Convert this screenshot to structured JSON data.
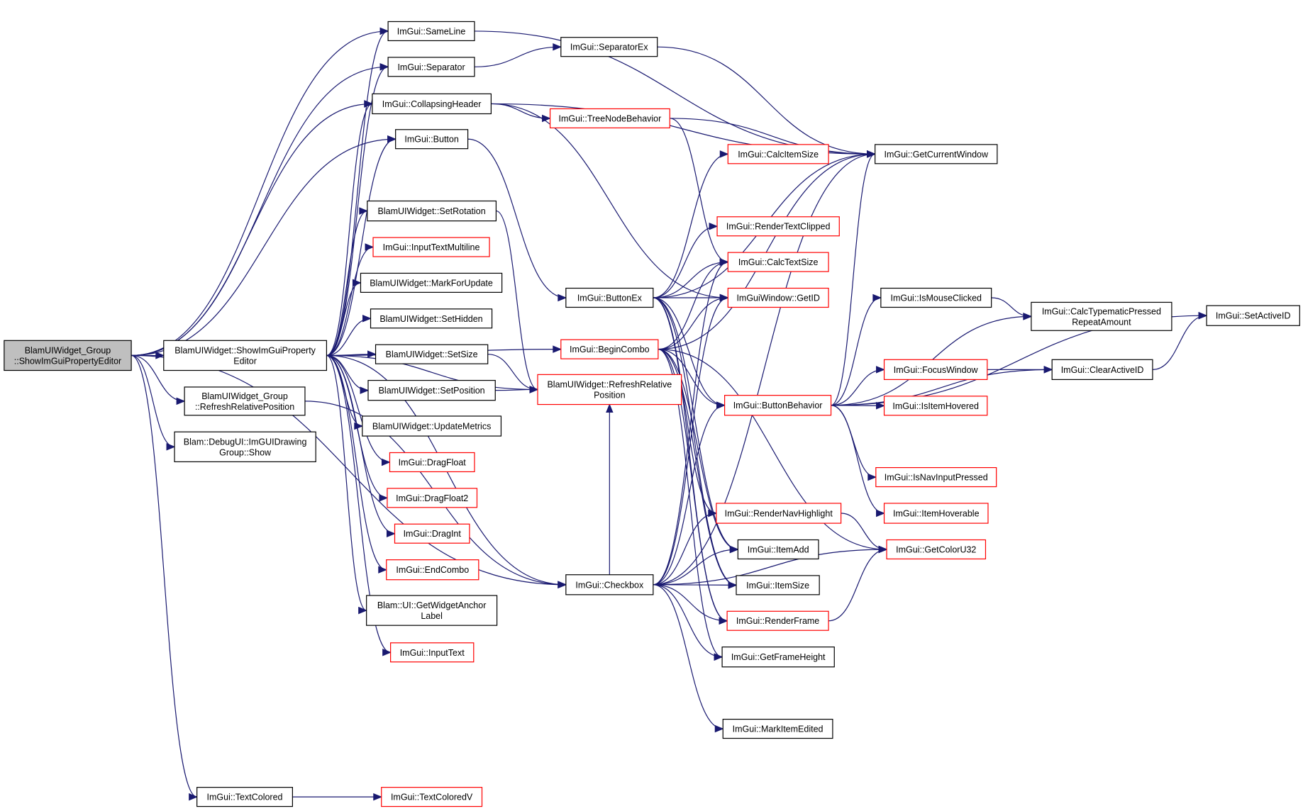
{
  "graph": {
    "nodes": [
      {
        "id": "root",
        "lines": [
          "BlamUIWidget_Group",
          "::ShowImGuiPropertyEditor"
        ],
        "style": "root"
      },
      {
        "id": "showimgui",
        "lines": [
          "BlamUIWidget::ShowImGuiProperty",
          "Editor"
        ],
        "style": "normal"
      },
      {
        "id": "refreshgroup",
        "lines": [
          "BlamUIWidget_Group",
          "::RefreshRelativePosition"
        ],
        "style": "normal"
      },
      {
        "id": "debugshow",
        "lines": [
          "Blam::DebugUI::ImGUIDrawing",
          "Group::Show"
        ],
        "style": "normal"
      },
      {
        "id": "textcolored",
        "lines": [
          "ImGui::TextColored"
        ],
        "style": "normal"
      },
      {
        "id": "textcoloredv",
        "lines": [
          "ImGui::TextColoredV"
        ],
        "style": "red"
      },
      {
        "id": "sameline",
        "lines": [
          "ImGui::SameLine"
        ],
        "style": "normal"
      },
      {
        "id": "separator",
        "lines": [
          "ImGui::Separator"
        ],
        "style": "normal"
      },
      {
        "id": "separatorex",
        "lines": [
          "ImGui::SeparatorEx"
        ],
        "style": "normal"
      },
      {
        "id": "collapsing",
        "lines": [
          "ImGui::CollapsingHeader"
        ],
        "style": "normal"
      },
      {
        "id": "button",
        "lines": [
          "ImGui::Button"
        ],
        "style": "normal"
      },
      {
        "id": "setrotation",
        "lines": [
          "BlamUIWidget::SetRotation"
        ],
        "style": "normal"
      },
      {
        "id": "inputtextml",
        "lines": [
          "ImGui::InputTextMultiline"
        ],
        "style": "red"
      },
      {
        "id": "markforupdate",
        "lines": [
          "BlamUIWidget::MarkForUpdate"
        ],
        "style": "normal"
      },
      {
        "id": "sethidden",
        "lines": [
          "BlamUIWidget::SetHidden"
        ],
        "style": "normal"
      },
      {
        "id": "setsize",
        "lines": [
          "BlamUIWidget::SetSize"
        ],
        "style": "normal"
      },
      {
        "id": "setposition",
        "lines": [
          "BlamUIWidget::SetPosition"
        ],
        "style": "normal"
      },
      {
        "id": "updatemetrics",
        "lines": [
          "BlamUIWidget::UpdateMetrics"
        ],
        "style": "normal"
      },
      {
        "id": "dragfloat",
        "lines": [
          "ImGui::DragFloat"
        ],
        "style": "red"
      },
      {
        "id": "dragfloat2",
        "lines": [
          "ImGui::DragFloat2"
        ],
        "style": "red"
      },
      {
        "id": "dragint",
        "lines": [
          "ImGui::DragInt"
        ],
        "style": "red"
      },
      {
        "id": "endcombo",
        "lines": [
          "ImGui::EndCombo"
        ],
        "style": "red"
      },
      {
        "id": "getwidgetanchor",
        "lines": [
          "Blam::UI::GetWidgetAnchor",
          "Label"
        ],
        "style": "normal"
      },
      {
        "id": "inputtext",
        "lines": [
          "ImGui::InputText"
        ],
        "style": "red"
      },
      {
        "id": "treenode",
        "lines": [
          "ImGui::TreeNodeBehavior"
        ],
        "style": "red"
      },
      {
        "id": "buttonex",
        "lines": [
          "ImGui::ButtonEx"
        ],
        "style": "normal"
      },
      {
        "id": "begincombo",
        "lines": [
          "ImGui::BeginCombo"
        ],
        "style": "red"
      },
      {
        "id": "refreshrel",
        "lines": [
          "BlamUIWidget::RefreshRelative",
          "Position"
        ],
        "style": "red"
      },
      {
        "id": "checkbox",
        "lines": [
          "ImGui::Checkbox"
        ],
        "style": "normal"
      },
      {
        "id": "calcitemsize",
        "lines": [
          "ImGui::CalcItemSize"
        ],
        "style": "red"
      },
      {
        "id": "rendertextclipped",
        "lines": [
          "ImGui::RenderTextClipped"
        ],
        "style": "red"
      },
      {
        "id": "calctextsize",
        "lines": [
          "ImGui::CalcTextSize"
        ],
        "style": "red"
      },
      {
        "id": "windowgetid",
        "lines": [
          "ImGuiWindow::GetID"
        ],
        "style": "red"
      },
      {
        "id": "buttonbehavior",
        "lines": [
          "ImGui::ButtonBehavior"
        ],
        "style": "red"
      },
      {
        "id": "rendernav",
        "lines": [
          "ImGui::RenderNavHighlight"
        ],
        "style": "red"
      },
      {
        "id": "itemadd",
        "lines": [
          "ImGui::ItemAdd"
        ],
        "style": "normal"
      },
      {
        "id": "itemsize",
        "lines": [
          "ImGui::ItemSize"
        ],
        "style": "normal"
      },
      {
        "id": "renderframe",
        "lines": [
          "ImGui::RenderFrame"
        ],
        "style": "red"
      },
      {
        "id": "getframeheight",
        "lines": [
          "ImGui::GetFrameHeight"
        ],
        "style": "normal"
      },
      {
        "id": "markitemedited",
        "lines": [
          "ImGui::MarkItemEdited"
        ],
        "style": "normal"
      },
      {
        "id": "getcurrentwindow",
        "lines": [
          "ImGui::GetCurrentWindow"
        ],
        "style": "normal"
      },
      {
        "id": "ismouseclicked",
        "lines": [
          "ImGui::IsMouseClicked"
        ],
        "style": "normal"
      },
      {
        "id": "calctypematic",
        "lines": [
          "ImGui::CalcTypematicPressed",
          "RepeatAmount"
        ],
        "style": "normal"
      },
      {
        "id": "focuswindow",
        "lines": [
          "ImGui::FocusWindow"
        ],
        "style": "red"
      },
      {
        "id": "isitemhovered",
        "lines": [
          "ImGui::IsItemHovered"
        ],
        "style": "red"
      },
      {
        "id": "isnavinput",
        "lines": [
          "ImGui::IsNavInputPressed"
        ],
        "style": "red"
      },
      {
        "id": "itemhoverable",
        "lines": [
          "ImGui::ItemHoverable"
        ],
        "style": "red"
      },
      {
        "id": "getcoloru32",
        "lines": [
          "ImGui::GetColorU32"
        ],
        "style": "red"
      },
      {
        "id": "clearactiveid",
        "lines": [
          "ImGui::ClearActiveID"
        ],
        "style": "normal"
      },
      {
        "id": "setactiveid",
        "lines": [
          "ImGui::SetActiveID"
        ],
        "style": "normal"
      }
    ],
    "edges": [
      [
        "root",
        "showimgui"
      ],
      [
        "root",
        "refreshgroup"
      ],
      [
        "root",
        "debugshow"
      ],
      [
        "root",
        "textcolored"
      ],
      [
        "root",
        "sameline"
      ],
      [
        "root",
        "separator"
      ],
      [
        "root",
        "collapsing"
      ],
      [
        "root",
        "button"
      ],
      [
        "root",
        "checkbox"
      ],
      [
        "textcolored",
        "textcoloredv"
      ],
      [
        "showimgui",
        "sameline"
      ],
      [
        "showimgui",
        "separator"
      ],
      [
        "showimgui",
        "collapsing"
      ],
      [
        "showimgui",
        "button"
      ],
      [
        "showimgui",
        "setrotation"
      ],
      [
        "showimgui",
        "inputtextml"
      ],
      [
        "showimgui",
        "markforupdate"
      ],
      [
        "showimgui",
        "sethidden"
      ],
      [
        "showimgui",
        "setsize"
      ],
      [
        "showimgui",
        "setposition"
      ],
      [
        "showimgui",
        "updatemetrics"
      ],
      [
        "showimgui",
        "dragfloat"
      ],
      [
        "showimgui",
        "dragfloat2"
      ],
      [
        "showimgui",
        "dragint"
      ],
      [
        "showimgui",
        "endcombo"
      ],
      [
        "showimgui",
        "getwidgetanchor"
      ],
      [
        "showimgui",
        "inputtext"
      ],
      [
        "showimgui",
        "begincombo"
      ],
      [
        "showimgui",
        "refreshrel"
      ],
      [
        "showimgui",
        "checkbox"
      ],
      [
        "refreshgroup",
        "checkbox"
      ],
      [
        "sameline",
        "getcurrentwindow"
      ],
      [
        "separator",
        "separatorex"
      ],
      [
        "separatorex",
        "getcurrentwindow"
      ],
      [
        "collapsing",
        "getcurrentwindow"
      ],
      [
        "collapsing",
        "treenode"
      ],
      [
        "collapsing",
        "windowgetid"
      ],
      [
        "treenode",
        "getcurrentwindow"
      ],
      [
        "treenode",
        "calctextsize"
      ],
      [
        "button",
        "buttonex"
      ],
      [
        "setrotation",
        "refreshrel"
      ],
      [
        "setsize",
        "refreshrel"
      ],
      [
        "setposition",
        "refreshrel"
      ],
      [
        "buttonex",
        "getcurrentwindow"
      ],
      [
        "buttonex",
        "calcitemsize"
      ],
      [
        "buttonex",
        "rendertextclipped"
      ],
      [
        "buttonex",
        "calctextsize"
      ],
      [
        "buttonex",
        "windowgetid"
      ],
      [
        "buttonex",
        "buttonbehavior"
      ],
      [
        "buttonex",
        "rendernav"
      ],
      [
        "buttonex",
        "itemadd"
      ],
      [
        "buttonex",
        "itemsize"
      ],
      [
        "buttonex",
        "renderframe"
      ],
      [
        "begincombo",
        "getcurrentwindow"
      ],
      [
        "begincombo",
        "calctextsize"
      ],
      [
        "begincombo",
        "windowgetid"
      ],
      [
        "begincombo",
        "buttonbehavior"
      ],
      [
        "begincombo",
        "itemadd"
      ],
      [
        "begincombo",
        "itemsize"
      ],
      [
        "begincombo",
        "renderframe"
      ],
      [
        "begincombo",
        "getframeheight"
      ],
      [
        "begincombo",
        "getcoloru32"
      ],
      [
        "checkbox",
        "refreshrel"
      ],
      [
        "checkbox",
        "getcurrentwindow"
      ],
      [
        "checkbox",
        "calctextsize"
      ],
      [
        "checkbox",
        "windowgetid"
      ],
      [
        "checkbox",
        "buttonbehavior"
      ],
      [
        "checkbox",
        "rendernav"
      ],
      [
        "checkbox",
        "itemadd"
      ],
      [
        "checkbox",
        "itemsize"
      ],
      [
        "checkbox",
        "renderframe"
      ],
      [
        "checkbox",
        "getframeheight"
      ],
      [
        "checkbox",
        "markitemedited"
      ],
      [
        "checkbox",
        "getcoloru32"
      ],
      [
        "buttonbehavior",
        "getcurrentwindow"
      ],
      [
        "buttonbehavior",
        "setactiveid"
      ],
      [
        "buttonbehavior",
        "ismouseclicked"
      ],
      [
        "buttonbehavior",
        "calctypematic"
      ],
      [
        "buttonbehavior",
        "focuswindow"
      ],
      [
        "buttonbehavior",
        "isitemhovered"
      ],
      [
        "buttonbehavior",
        "isnavinput"
      ],
      [
        "buttonbehavior",
        "itemhoverable"
      ],
      [
        "buttonbehavior",
        "clearactiveid"
      ],
      [
        "ismouseclicked",
        "calctypematic"
      ],
      [
        "focuswindow",
        "clearactiveid"
      ],
      [
        "clearactiveid",
        "setactiveid"
      ],
      [
        "rendernav",
        "getcoloru32"
      ],
      [
        "renderframe",
        "getcoloru32"
      ]
    ]
  },
  "colors": {
    "edge": "#191970",
    "normal_border": "#000000",
    "red_border": "#ff0000",
    "root_fill": "#bfbfbf",
    "fill": "#ffffff"
  }
}
